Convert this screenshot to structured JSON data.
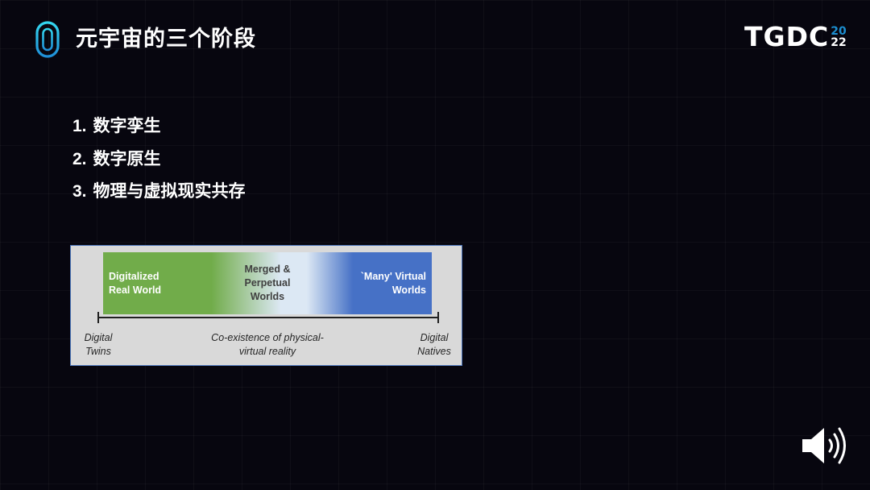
{
  "header": {
    "title": "元宇宙的三个阶段",
    "logo_icon": "capsule-outline-icon",
    "brand": {
      "text": "TGDC",
      "year_top": "20",
      "year_bottom": "22"
    }
  },
  "stages": [
    {
      "num": "1.",
      "label": "数字孪生"
    },
    {
      "num": "2.",
      "label": "数字原生"
    },
    {
      "num": "3.",
      "label": "物理与虚拟现实共存"
    }
  ],
  "diagram": {
    "segments": {
      "left": "Digitalized Real World",
      "middle": "Merged & Perpetual Worlds",
      "right": "`Many' Virtual Worlds"
    },
    "axis": {
      "left": "Digital Twins",
      "middle": "Co-existence of physical-virtual reality",
      "right": "Digital Natives"
    },
    "colors": {
      "green": "#71ac4a",
      "light": "#dce8f4",
      "blue": "#4671c6",
      "border": "#4f78bd"
    }
  },
  "controls": {
    "audio_icon": "speaker-icon"
  }
}
